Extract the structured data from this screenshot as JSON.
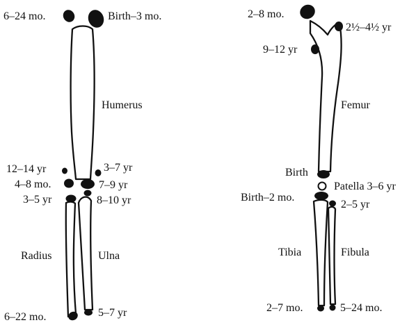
{
  "arm": {
    "bones": {
      "humerus": "Humerus",
      "radius": "Radius",
      "ulna": "Ulna"
    },
    "labels": {
      "humerus_head_medial": "6–24 mo.",
      "humerus_head": "Birth–3 mo.",
      "medial_epicondyle": "12–14 yr",
      "lateral_epicondyle": "3–7 yr",
      "capitulum": "4–8 mo.",
      "trochlea": "7–9 yr",
      "radial_head": "3–5 yr",
      "olecranon": "8–10 yr",
      "distal_radius": "6–22 mo.",
      "distal_ulna": "5–7 yr"
    }
  },
  "leg": {
    "bones": {
      "femur": "Femur",
      "tibia": "Tibia",
      "fibula": "Fibula"
    },
    "labels": {
      "femoral_head": "2–8 mo.",
      "greater_trochanter": "2½–4½ yr",
      "lesser_trochanter": "9–12 yr",
      "distal_femur": "Birth",
      "patella": "Patella 3–6 yr",
      "proximal_tibia": "Birth–2 mo.",
      "proximal_fibula": "2–5 yr",
      "distal_tibia": "2–7 mo.",
      "distal_fibula": "5–24 mo."
    }
  }
}
